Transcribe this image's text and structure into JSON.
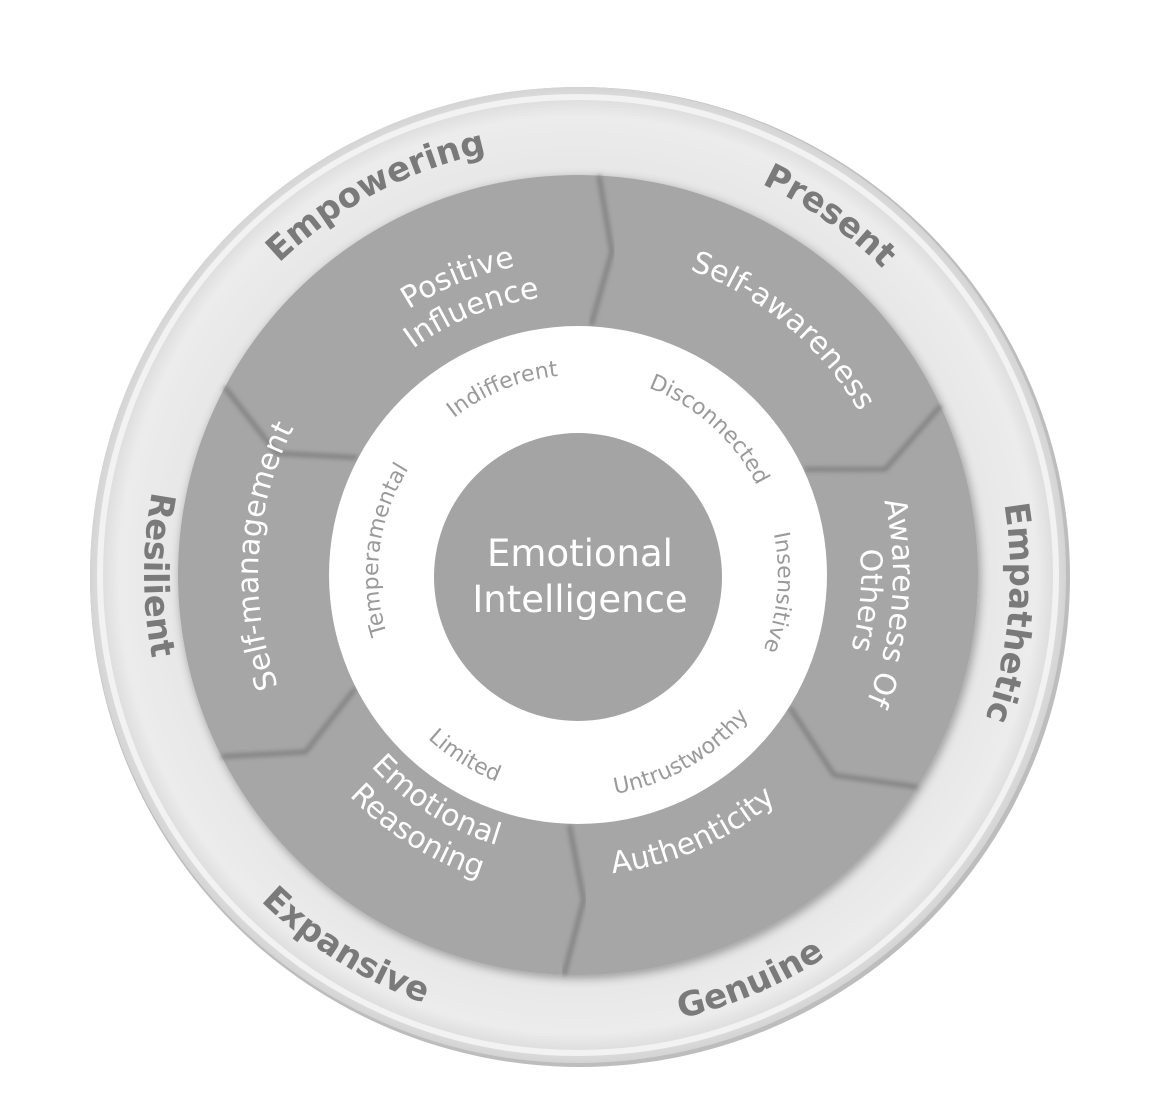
{
  "diagram": {
    "type": "concentric-wheel",
    "center": {
      "lines": [
        "Emotional",
        "Intelligence"
      ]
    },
    "inner_ring": {
      "labels": [
        {
          "text": "Disconnected"
        },
        {
          "text": "Insensitive"
        },
        {
          "text": "Untrustworthy"
        },
        {
          "text": "Limited"
        },
        {
          "text": "Temperamental"
        },
        {
          "text": "Indifferent"
        }
      ]
    },
    "segments": [
      {
        "lines": [
          "Self-awareness"
        ]
      },
      {
        "lines": [
          "Awareness Of",
          "Others"
        ]
      },
      {
        "lines": [
          "Authenticity"
        ]
      },
      {
        "lines": [
          "Emotional",
          "Reasoning"
        ]
      },
      {
        "lines": [
          "Self-management"
        ]
      },
      {
        "lines": [
          "Positive",
          "Influence"
        ]
      }
    ],
    "outer_ring": {
      "labels": [
        {
          "text": "Present"
        },
        {
          "text": "Empathetic"
        },
        {
          "text": "Genuine"
        },
        {
          "text": "Expansive"
        },
        {
          "text": "Resilient"
        },
        {
          "text": "Empowering"
        }
      ]
    },
    "colors": {
      "segment_fill": "#a6a6a6",
      "center_fill": "#a4a4a4",
      "inner_ring_fill": "#ffffff",
      "outer_ring_fill": "#e8e8e8",
      "outer_text": "#7a7a7a",
      "inner_text": "#9a9a9a",
      "segment_text": "#ffffff"
    }
  }
}
